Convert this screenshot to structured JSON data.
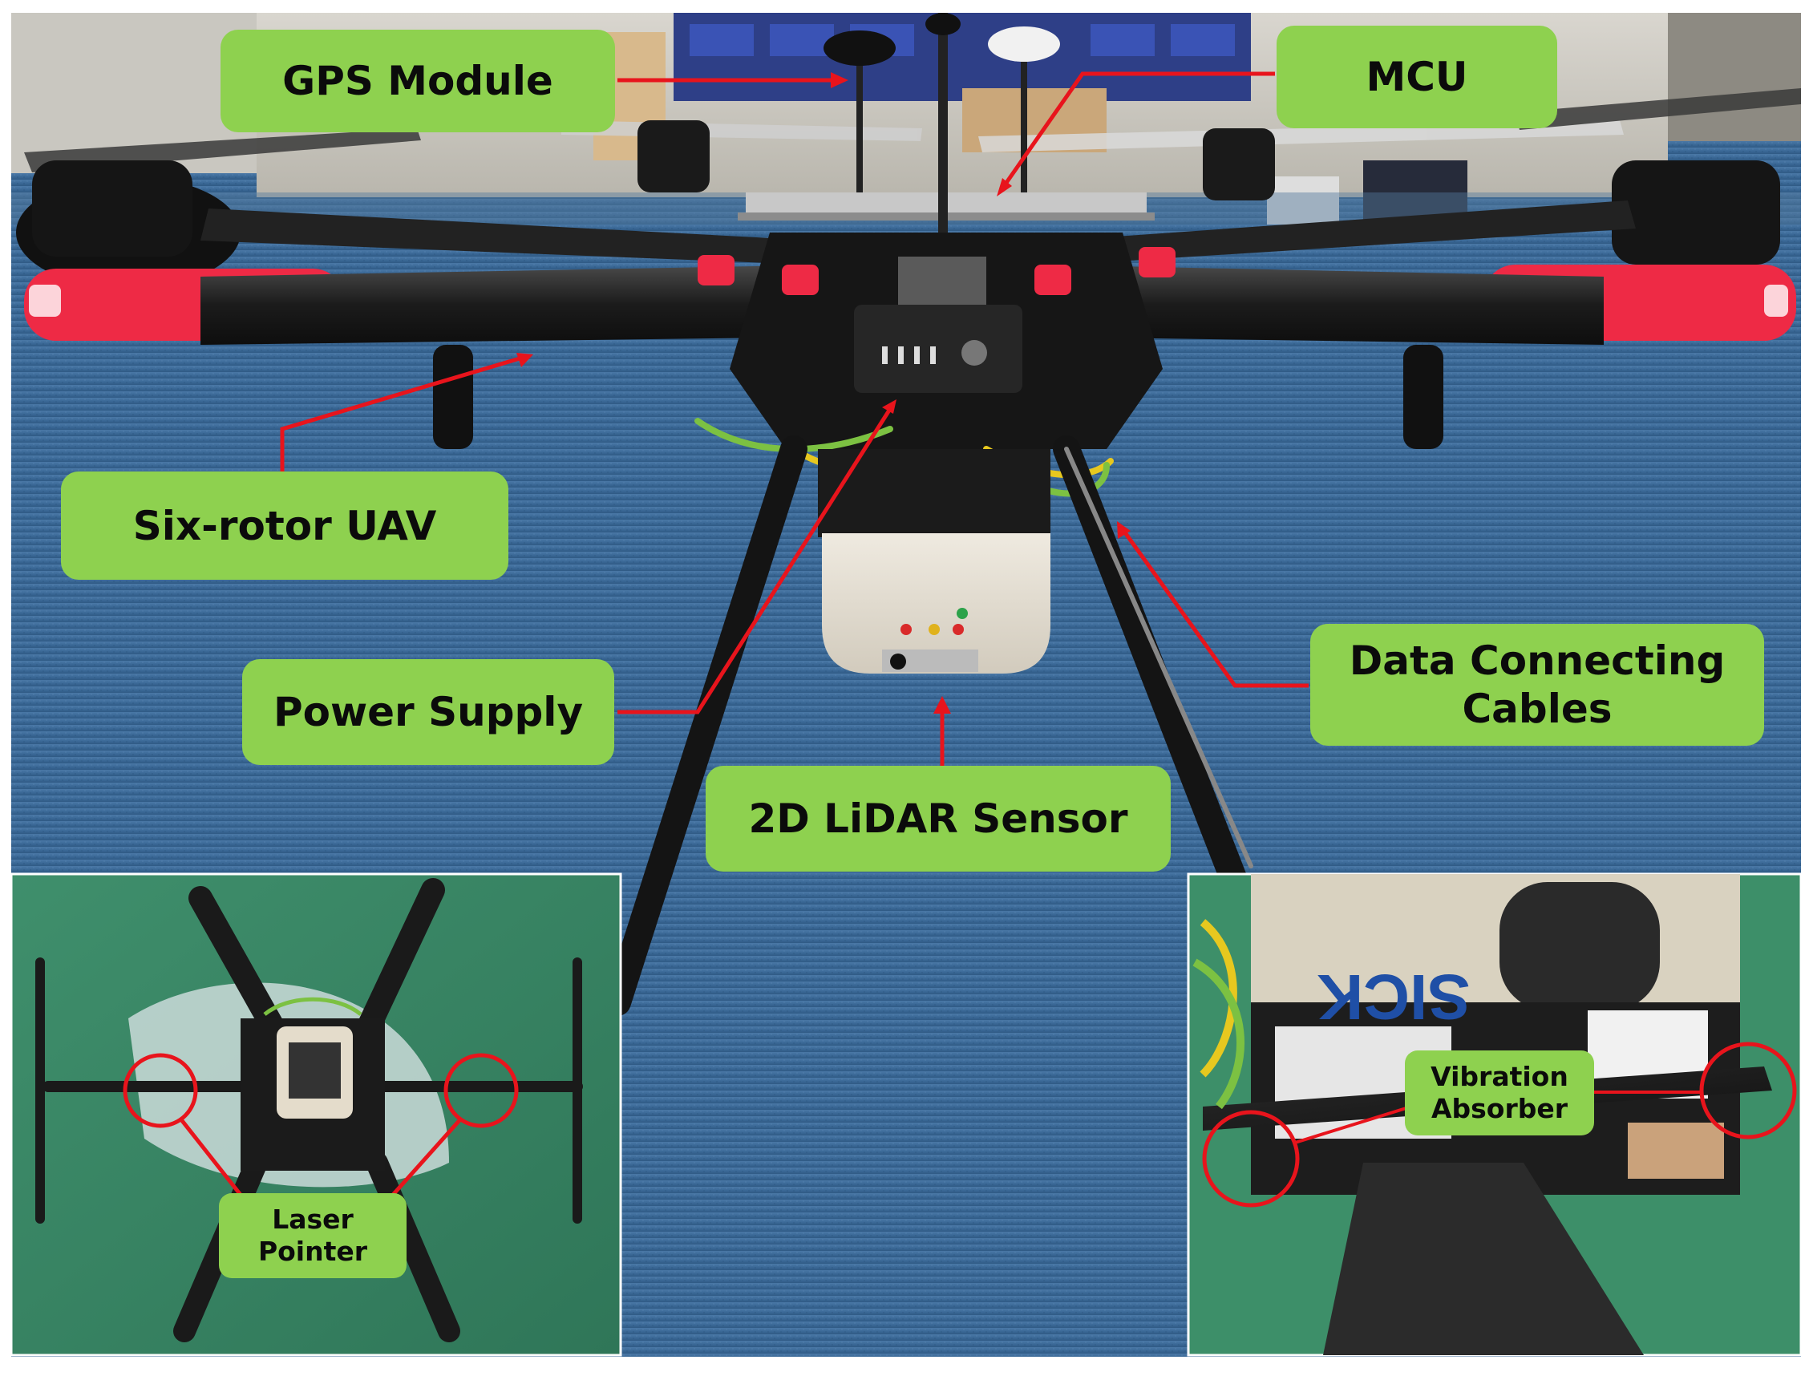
{
  "labels": {
    "gps_module": "GPS Module",
    "mcu": "MCU",
    "six_rotor_uav": "Six-rotor UAV",
    "power_supply": "Power Supply",
    "lidar_sensor": "2D LiDAR Sensor",
    "data_cables": "Data Connecting\nCables",
    "laser_pointer": "Laser\nPointer",
    "vibration_absorber": "Vibration\nAbsorber"
  },
  "sensor_brand": "SICK",
  "colors": {
    "label_green": "#8ed14f",
    "arrow_red": "#e8141c",
    "carpet_blue": "#3f6a94",
    "mat_green": "#3d8a6a",
    "frame_black": "#1a1a1a",
    "motor_red": "#ee2a45"
  }
}
